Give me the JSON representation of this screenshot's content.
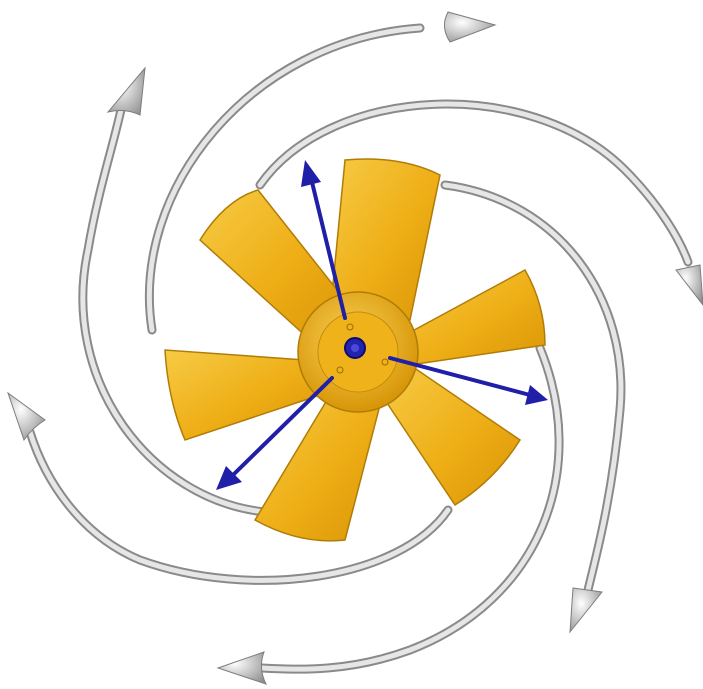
{
  "diagram": {
    "subject": "fan-impeller-airflow",
    "colors": {
      "background": "#ffffff",
      "blade_fill": "#f0b21a",
      "blade_edge": "#b07c08",
      "hub": "#e3a512",
      "flow_arrow": "#b8b8b8",
      "flow_arrow_edge": "#8a8a8a",
      "vector_arrow": "#1f1fa8"
    },
    "flow_arrow_count": 6,
    "vector_arrow_count": 3,
    "blade_count": 6
  }
}
